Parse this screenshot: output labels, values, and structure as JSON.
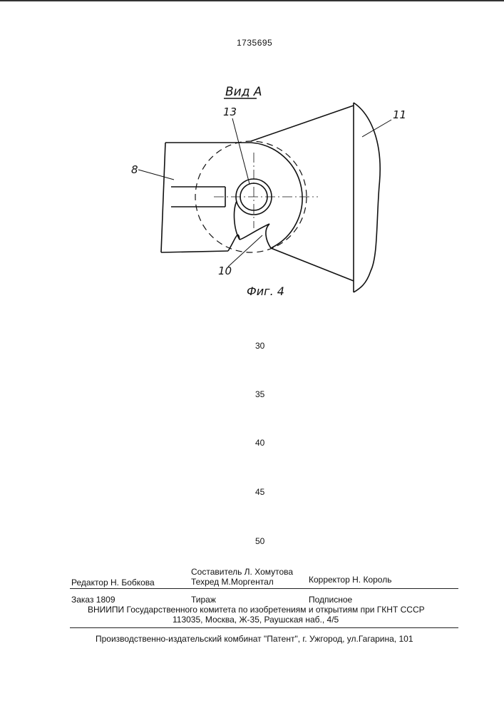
{
  "header": {
    "doc_number": "1735695"
  },
  "figure": {
    "view_label": "Вид А",
    "caption": "Фиг. 4",
    "callouts": {
      "part_8": "8",
      "part_10": "10",
      "part_11": "11",
      "part_13": "13"
    }
  },
  "line_numbers": [
    "30",
    "35",
    "40",
    "45",
    "50"
  ],
  "footer": {
    "editor": "Редактор  Н. Бобкова",
    "compiler": "Составитель  Л. Хомутова",
    "techred": "Техред М.Моргентал",
    "corrector": "Корректор  Н. Король",
    "order": "Заказ  1809",
    "print_run": "Тираж",
    "subscription": "Подписное",
    "institute": "ВНИИПИ Государственного комитета по изобретениям и открытиям при ГКНТ СССР",
    "address": "113035, Москва, Ж-35, Раушская наб., 4/5",
    "publisher": "Производственно-издательский комбинат \"Патент\", г. Ужгород, ул.Гагарина, 101"
  }
}
